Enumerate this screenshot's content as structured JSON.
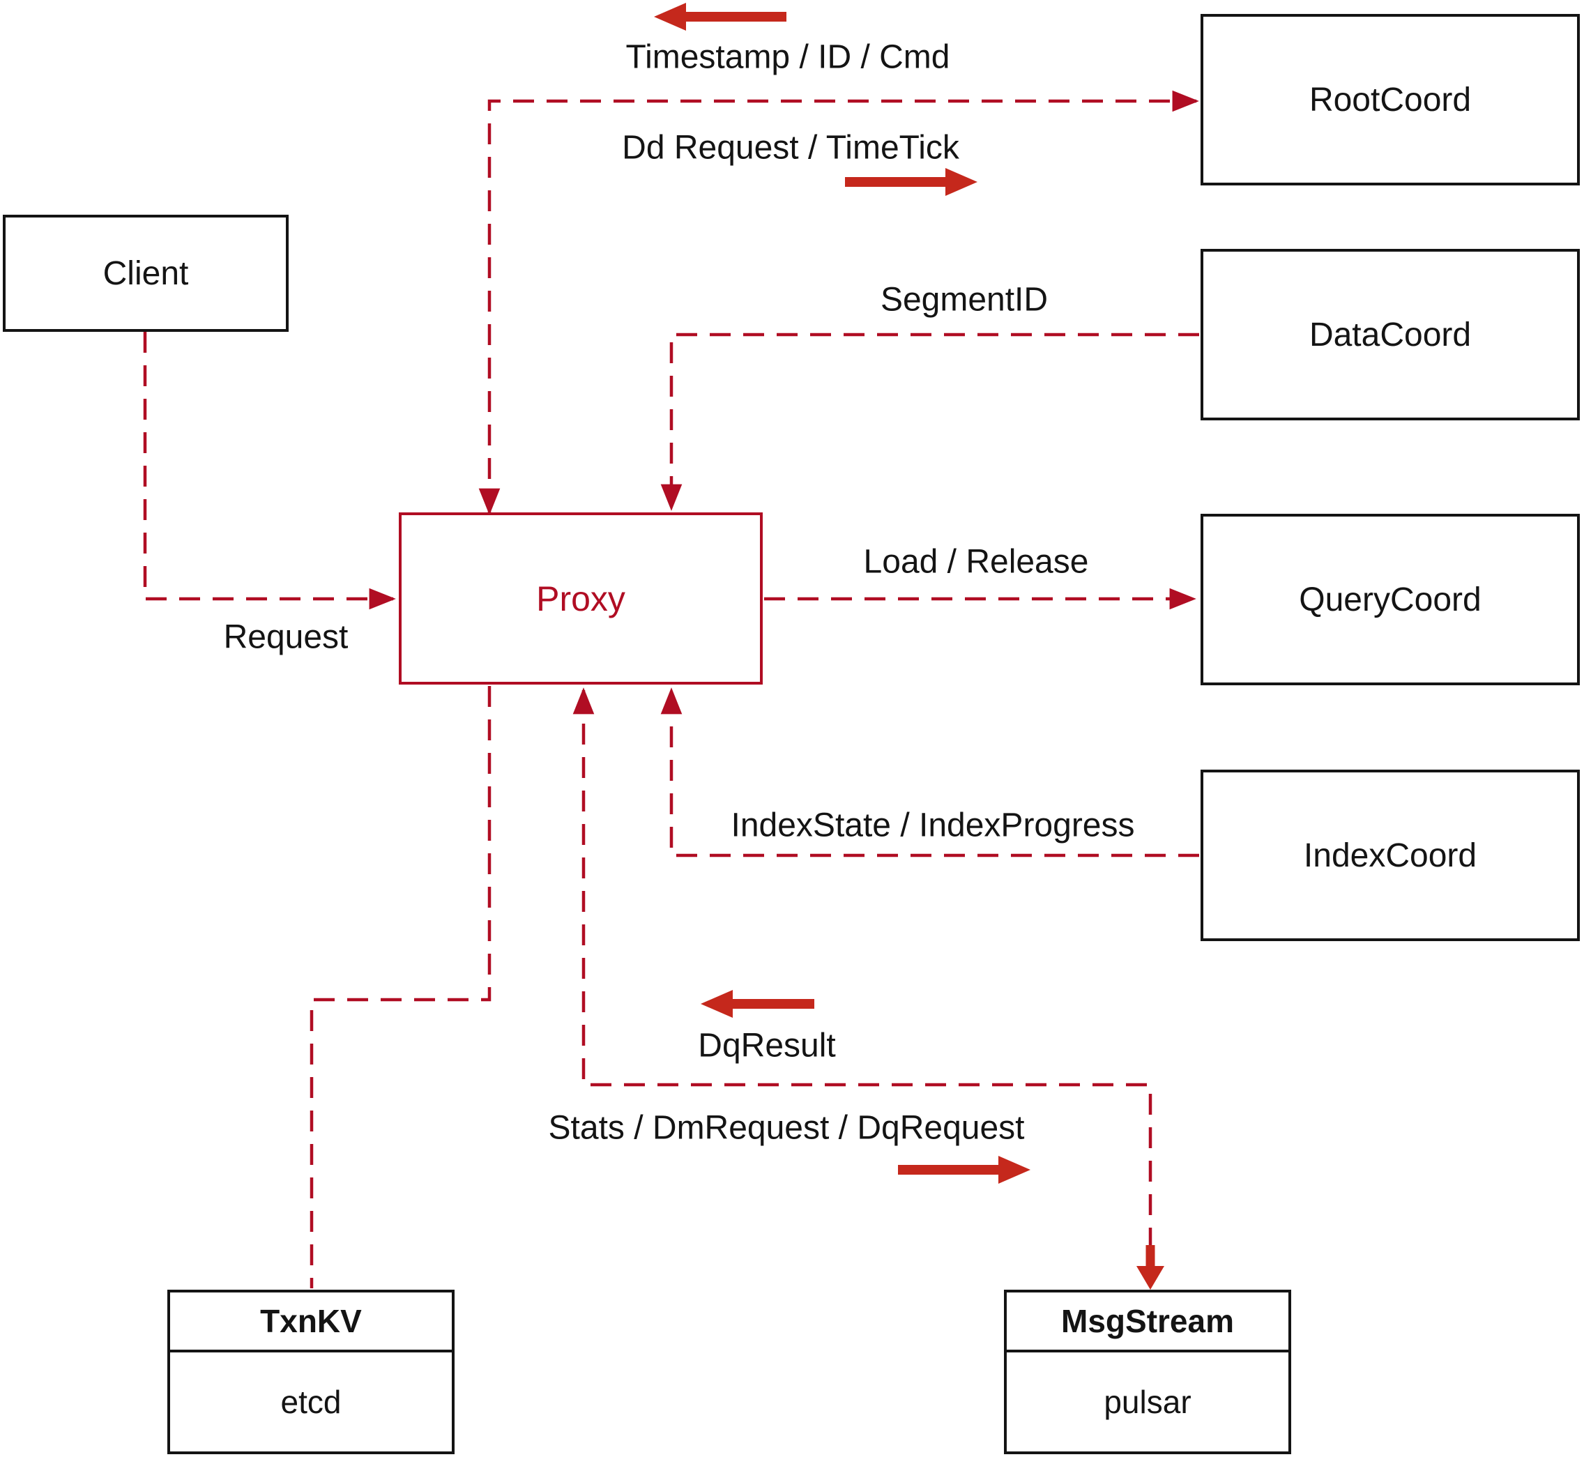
{
  "colors": {
    "connector": "#b00d23",
    "solid_arrow": "#c5281c",
    "box_border": "#141414",
    "label_text": "#141414",
    "proxy_accent": "#b00d23",
    "background": "#ffffff"
  },
  "nodes": {
    "client": {
      "label": "Client"
    },
    "proxy": {
      "label": "Proxy"
    },
    "root_coord": {
      "label": "RootCoord"
    },
    "data_coord": {
      "label": "DataCoord"
    },
    "query_coord": {
      "label": "QueryCoord"
    },
    "index_coord": {
      "label": "IndexCoord"
    },
    "txn_kv": {
      "title": "TxnKV",
      "subtitle": "etcd"
    },
    "msg_stream": {
      "title": "MsgStream",
      "subtitle": "pulsar"
    }
  },
  "edge_labels": {
    "to_proxy_from_root": "Timestamp / ID / Cmd",
    "to_root_from_proxy": "Dd Request / TimeTick",
    "segment_id": "SegmentID",
    "load_release": "Load / Release",
    "index_state": "IndexState / IndexProgress",
    "request": "Request",
    "dq_result": "DqResult",
    "stats_dm_dq": "Stats / DmRequest / DqRequest"
  }
}
